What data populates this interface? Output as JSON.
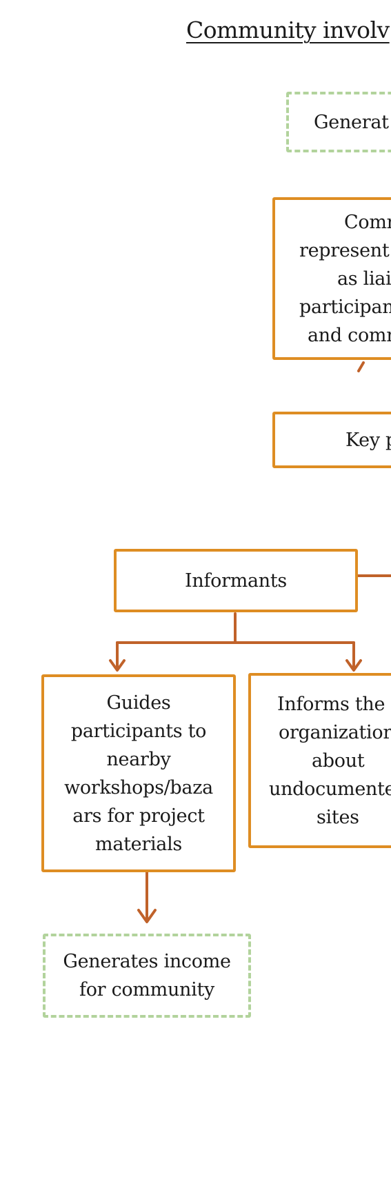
{
  "colors": {
    "outcome_border": "#b2d39c",
    "role_border": "#de8d23",
    "connector": "#c0622a"
  },
  "title": "Community involv",
  "outcome_top": "Generat",
  "community_reps": [
    "Comm",
    "represent",
    "as liai",
    "participan",
    "and comm"
  ],
  "key_box": "Key p",
  "informants": "Informants",
  "guides": [
    "Guides",
    "participants to",
    "nearby",
    "workshops/baza",
    "ars for project",
    "materials"
  ],
  "informs": [
    "Informs the",
    "organizatior",
    "about",
    "undocumente",
    "sites"
  ],
  "income": [
    "Generates income",
    "for community"
  ]
}
